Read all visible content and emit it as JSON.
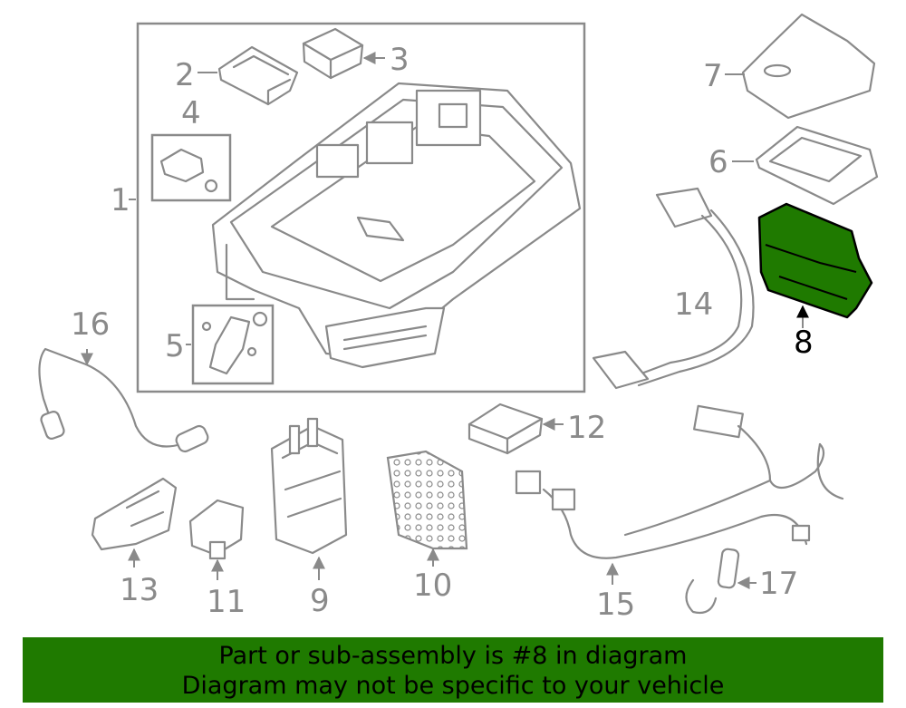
{
  "diagram": {
    "callouts": [
      "1",
      "2",
      "3",
      "4",
      "5",
      "6",
      "7",
      "8",
      "9",
      "10",
      "11",
      "12",
      "13",
      "14",
      "15",
      "16",
      "17"
    ],
    "highlight_part": "8",
    "colors": {
      "highlight_fill": "#1f7a00",
      "line": "#8a8a8a",
      "banner": "#1f7a00"
    }
  },
  "banner": {
    "line1": "Part or sub-assembly is #8 in diagram",
    "line2": "Diagram may not be specific to your vehicle"
  }
}
